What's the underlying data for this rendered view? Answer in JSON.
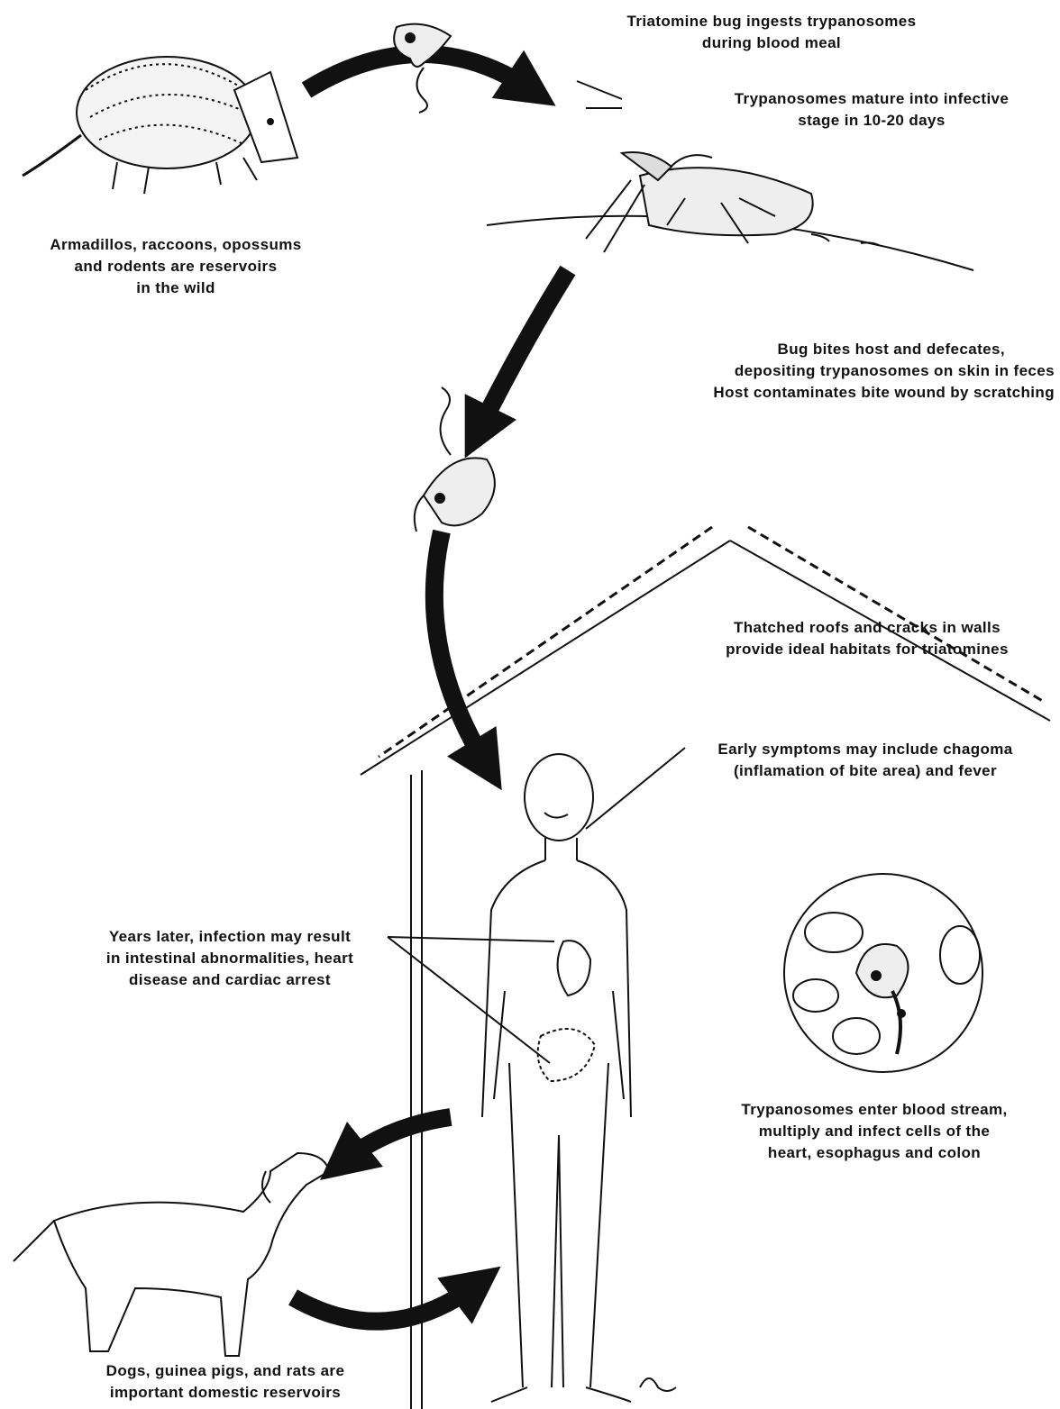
{
  "captions": {
    "bug_ingests": [
      "Triatomine bug ingests trypanosomes",
      "during blood meal"
    ],
    "mature": [
      "Trypanosomes mature into infective",
      "stage in 10-20  days"
    ],
    "wild_reservoirs": [
      "Armadillos, raccoons, opossums",
      "and rodents are reservoirs",
      "in the wild"
    ],
    "bug_bites": [
      "Bug bites host and defecates,",
      "depositing trypanosomes on skin in feces",
      "Host contaminates bite wound by scratching"
    ],
    "thatched": [
      "Thatched roofs and cracks in walls",
      "provide ideal habitats for triatomines"
    ],
    "early_symptoms": [
      "Early symptoms may include chagoma",
      "(inflamation of bite area) and fever"
    ],
    "years_later": [
      "Years later, infection may result",
      "in intestinal abnormalities, heart",
      "disease and cardiac arrest"
    ],
    "blood_stream": [
      "Trypanosomes enter blood stream,",
      "multiply and infect cells of the",
      "heart, esophagus and colon"
    ],
    "domestic": [
      "Dogs, guinea pigs, and rats are",
      "important domestic reservoirs"
    ]
  },
  "icons": [
    "armadillo-icon",
    "trypanosome-icon",
    "triatomine-bug-icon",
    "house-roof-icon",
    "human-figure-icon",
    "blood-cells-icon",
    "dog-icon",
    "cycle-arrow-icon"
  ],
  "colors": {
    "ink": "#111111",
    "paper": "#ffffff"
  }
}
